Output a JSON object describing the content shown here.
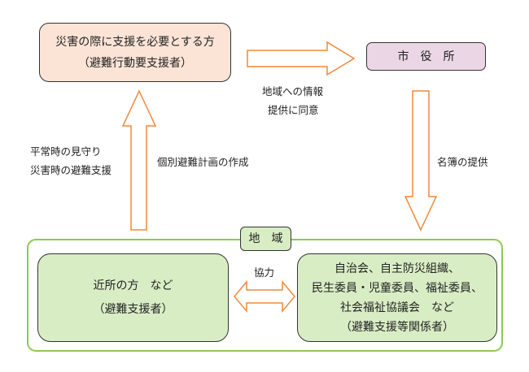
{
  "person_box": {
    "line1": "災害の際に支援を必要とする方",
    "line2": "（避難行動要支援者）"
  },
  "city_hall": {
    "label": "市　役　所"
  },
  "consent_label": {
    "line1": "地域への情報",
    "line2": "提供に同意"
  },
  "support_label": {
    "line1": "平常時の見守り",
    "line2": "災害時の避難支援"
  },
  "plan_label": "個別避難計画の作成",
  "list_label": "名簿の提供",
  "region": {
    "title": "地　域",
    "left_box": {
      "line1": "近所の方　など",
      "line2": "（避難支援者）"
    },
    "right_box": {
      "line1": "自治会、自主防災組織、",
      "line2": "民生委員・児童委員、福祉委員、",
      "line3": "社会福祉協議会　など",
      "line4": "（避難支援等関係者）"
    },
    "cooperation_label": "協力"
  },
  "colors": {
    "arrow": "#f08a3c",
    "person_fill": "#fbe4d6",
    "city_fill": "#ead6e4",
    "region_border": "#8dc953",
    "green_fill": "#d9edc5"
  }
}
